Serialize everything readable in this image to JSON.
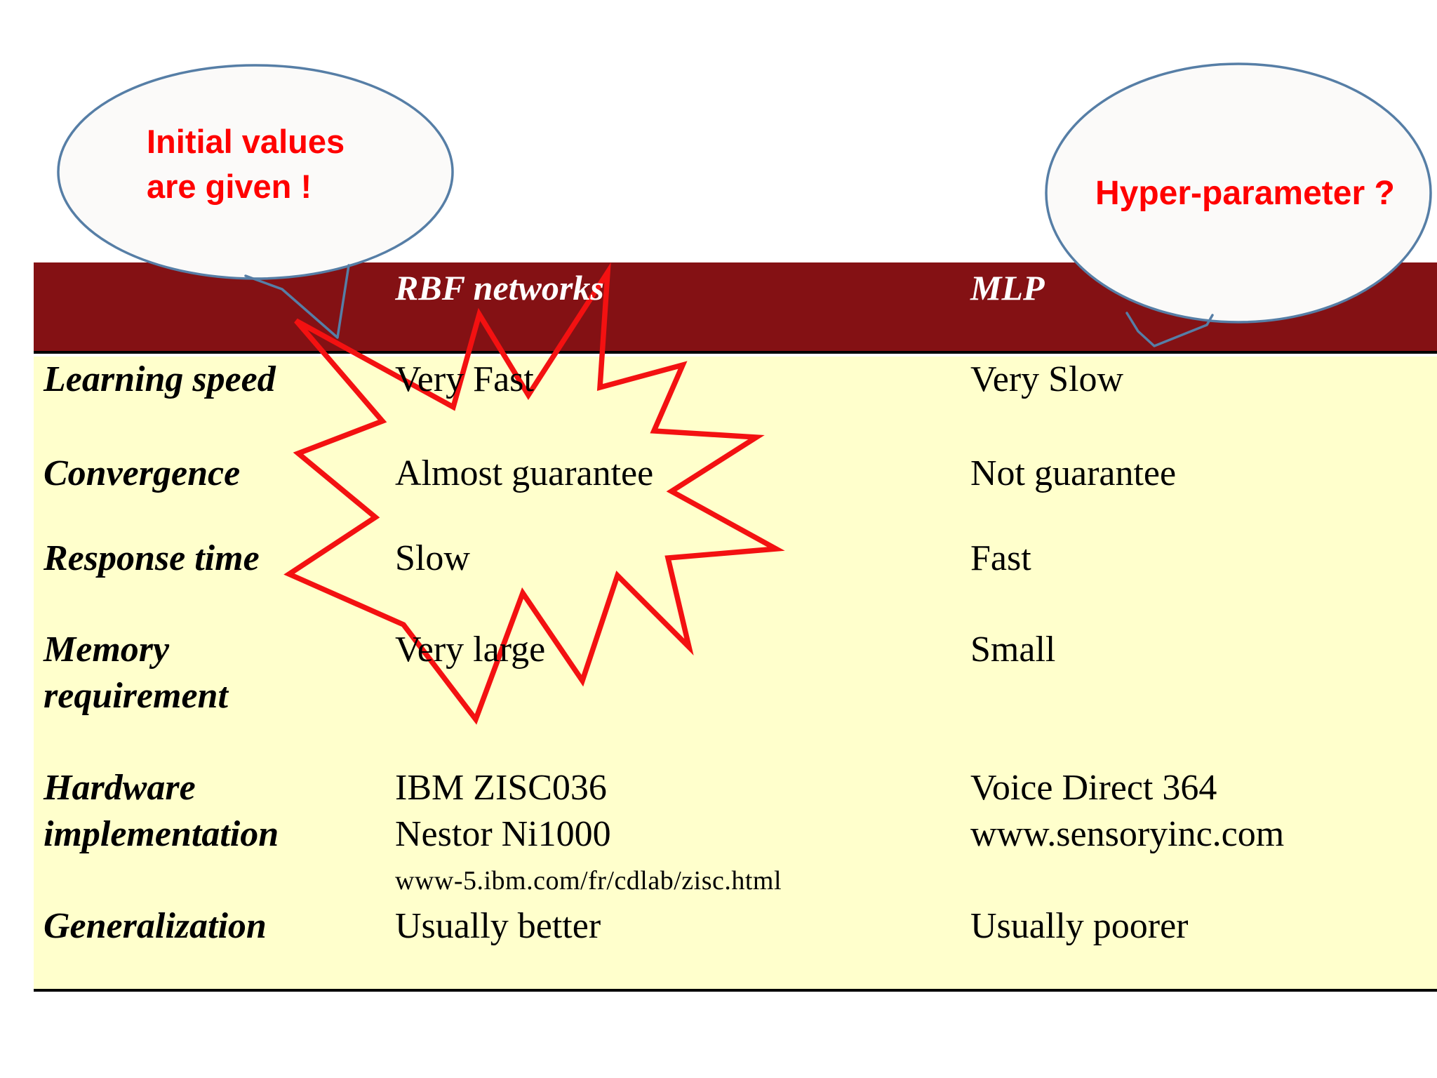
{
  "callouts": {
    "left": {
      "line1": "Initial values",
      "line2": "are given !"
    },
    "right": {
      "text": "Hyper-parameter ?"
    }
  },
  "table": {
    "header": {
      "col2": "RBF networks",
      "col3": "MLP"
    },
    "rows": [
      {
        "label": "Learning speed",
        "rbf": "Very Fast",
        "mlp": "Very Slow"
      },
      {
        "label": "Convergence",
        "rbf": "Almost guarantee",
        "mlp": "Not guarantee"
      },
      {
        "label": "Response time",
        "rbf": "Slow",
        "mlp": "Fast"
      },
      {
        "label": "Memory",
        "label2": "requirement",
        "rbf": "Very large",
        "mlp": "Small"
      },
      {
        "label": "Hardware",
        "label2": "implementation",
        "rbf": "IBM ZISC036",
        "rbf2": "Nestor Ni1000",
        "rbf_url": "www-5.ibm.com/fr/cdlab/zisc.html",
        "mlp": "Voice Direct 364",
        "mlp2": "www.sensoryinc.com"
      },
      {
        "label": "Generalization",
        "rbf": "Usually better",
        "mlp": "Usually poorer"
      }
    ]
  },
  "colors": {
    "header_bg": "#841114",
    "body_bg": "#FFFFCC",
    "accent_red": "#F31111",
    "callout_stroke": "#567EA6",
    "callout_text": "#FF0000"
  }
}
